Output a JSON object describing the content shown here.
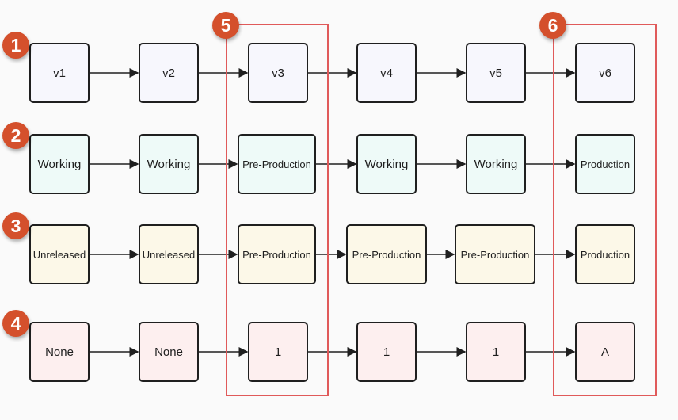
{
  "rows": [
    {
      "badge": "1",
      "nodes": [
        "v1",
        "v2",
        "v3",
        "v4",
        "v5",
        "v6"
      ]
    },
    {
      "badge": "2",
      "nodes": [
        "Working",
        "Working",
        "Pre-Production",
        "Working",
        "Working",
        "Production"
      ]
    },
    {
      "badge": "3",
      "nodes": [
        "Unreleased",
        "Unreleased",
        "Pre-Production",
        "Pre-Production",
        "Pre-Production",
        "Production"
      ]
    },
    {
      "badge": "4",
      "nodes": [
        "None",
        "None",
        "1",
        "1",
        "1",
        "A"
      ]
    }
  ],
  "highlights": [
    {
      "badge": "5",
      "column": 3
    },
    {
      "badge": "6",
      "column": 6
    }
  ],
  "colors": {
    "row_fills": [
      "#f7f7fd",
      "#eefaf8",
      "#fcf8e8",
      "#fdefef"
    ],
    "highlight": "#e05a5a",
    "badge": "#d4502c"
  }
}
